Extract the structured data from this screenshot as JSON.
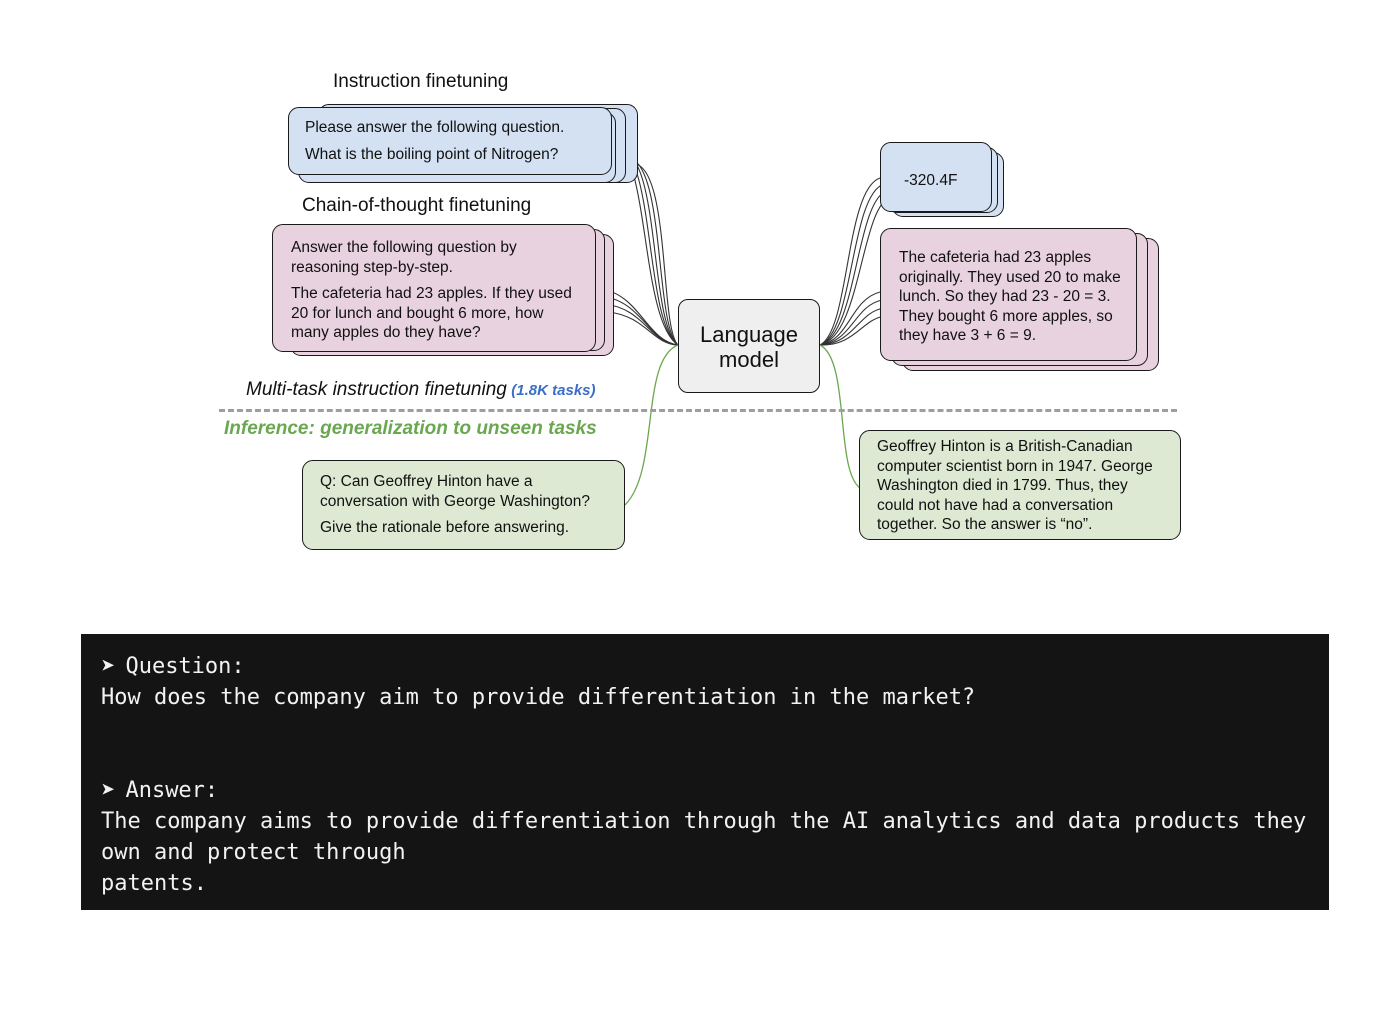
{
  "diagram": {
    "labels": {
      "instruction_finetuning": "Instruction finetuning",
      "cot_finetuning": "Chain-of-thought finetuning",
      "multitask": "Multi-task instruction finetuning",
      "multitask_count": "(1.8K tasks)",
      "inference": "Inference: generalization to unseen tasks"
    },
    "model": {
      "line1": "Language",
      "line2": "model"
    },
    "inputs": {
      "instruction": [
        "Please answer the following question.",
        "What is the boiling point of Nitrogen?"
      ],
      "cot": [
        "Answer the following question by reasoning step-by-step.",
        "The cafeteria had 23 apples. If they used 20 for lunch and bought 6 more, how many apples do they have?"
      ],
      "inference": [
        "Q: Can Geoffrey Hinton have a conversation with George Washington?",
        "Give the rationale before answering."
      ]
    },
    "outputs": {
      "instruction": "-320.4F",
      "cot": "The cafeteria had 23 apples originally. They used 20 to make lunch. So they had 23 - 20 = 3. They bought 6 more apples, so they have 3 + 6 = 9.",
      "inference": "Geoffrey Hinton is a British-Canadian computer scientist born in 1947. George Washington died in 1799. Thus, they could not have had a conversation together. So the answer is “no”."
    },
    "colors": {
      "blue_card": "#d3e1f2",
      "pink_card": "#e9d2df",
      "green_card": "#dde9d3",
      "link_dark": "#333333",
      "link_green": "#6aa84f",
      "tasks_blue": "#3b6fc4"
    }
  },
  "qa_panel": {
    "arrow_icon": "➤",
    "question_label": "Question:",
    "question": "How does the company aim to provide differentiation in the market?",
    "answer_label": "Answer:",
    "answer": "The company aims to provide differentiation through the AI analytics and data products they own and protect through\npatents."
  }
}
